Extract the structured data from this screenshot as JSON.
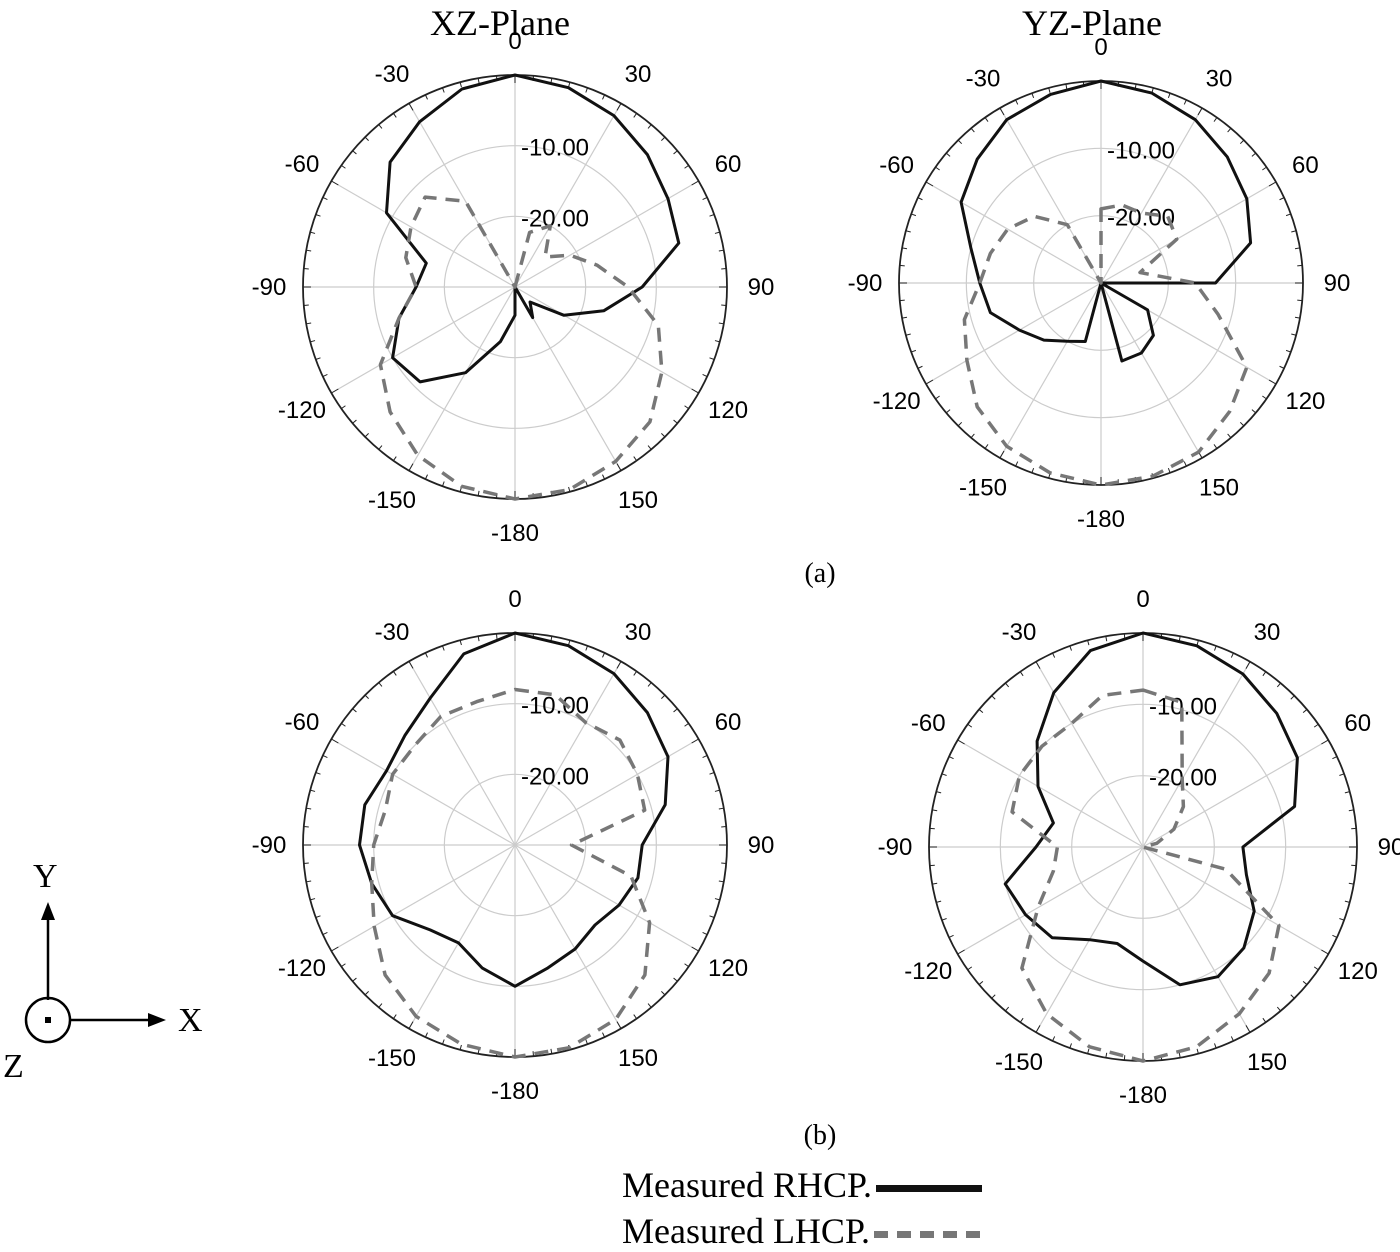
{
  "figure": {
    "column_titles": [
      "XZ-Plane",
      "YZ-Plane"
    ],
    "row_captions": [
      "(a)",
      "(b)"
    ]
  },
  "legend": {
    "rhcp": "Measured RHCP.",
    "lhcp": "Measured LHCP."
  },
  "axes_icon": {
    "y": "Y",
    "x": "X",
    "z": "Z"
  },
  "colors": {
    "rhcp": "#111111",
    "lhcp": "#777777",
    "grid": "#cccccc"
  },
  "chart_data": [
    {
      "type": "polar-line",
      "panel": "(a) XZ-Plane",
      "angle_ticks": [
        "0",
        "30",
        "60",
        "90",
        "120",
        "150",
        "-180",
        "-150",
        "-120",
        "-90",
        "-60",
        "-30"
      ],
      "radial_ticks": [
        "-10.00",
        "-20.00"
      ],
      "rlim": [
        -30,
        0
      ],
      "angles": [
        0,
        15,
        30,
        45,
        60,
        75,
        90,
        105,
        120,
        135,
        150,
        165,
        180,
        195,
        210,
        225,
        240,
        255,
        270,
        285,
        300,
        315,
        330,
        345
      ],
      "series": [
        {
          "name": "Measured RHCP.",
          "values": [
            0,
            -0.8,
            -2,
            -3.5,
            -5,
            -6,
            -12,
            -17,
            -22,
            -27,
            -25,
            -30,
            -26,
            -22,
            -16,
            -11,
            -10,
            -13,
            -16,
            -17,
            -9,
            -5,
            -3,
            -1
          ]
        },
        {
          "name": "Measured LHCP.",
          "values": [
            -30,
            -22,
            -20,
            -24,
            -21,
            -18,
            -14,
            -9,
            -6,
            -3,
            -1.5,
            -0.3,
            0,
            -0.8,
            -2.5,
            -5,
            -8,
            -13,
            -16,
            -14,
            -13,
            -12,
            -16,
            -30
          ]
        }
      ]
    },
    {
      "type": "polar-line",
      "panel": "(a) YZ-Plane",
      "angle_ticks": [
        "0",
        "30",
        "60",
        "90",
        "120",
        "150",
        "-180",
        "-150",
        "-120",
        "-90",
        "-60",
        "-30"
      ],
      "radial_ticks": [
        "-10.00",
        "-20.00"
      ],
      "rlim": [
        -30,
        0
      ],
      "angles": [
        0,
        15,
        30,
        45,
        60,
        75,
        90,
        105,
        120,
        135,
        150,
        165,
        180,
        195,
        210,
        225,
        240,
        255,
        270,
        285,
        300,
        315,
        330,
        345
      ],
      "series": [
        {
          "name": "Measured RHCP.",
          "values": [
            0,
            -0.8,
            -2,
            -3.5,
            -5,
            -7,
            -13,
            -30,
            -22,
            -19,
            -18,
            -18,
            -30,
            -21,
            -20,
            -18,
            -16,
            -13,
            -12,
            -10,
            -6,
            -4,
            -2,
            -1
          ]
        },
        {
          "name": "Measured LHCP.",
          "values": [
            -19,
            -18,
            -18,
            -16,
            -17,
            -24,
            -16,
            -12,
            -5,
            -3,
            -1,
            -0.3,
            0,
            -0.8,
            -2,
            -4,
            -7,
            -9,
            -12,
            -13,
            -14,
            -16,
            -20,
            -30
          ]
        }
      ]
    },
    {
      "type": "polar-line",
      "panel": "(b) XZ-Plane",
      "angle_ticks": [
        "0",
        "30",
        "60",
        "90",
        "120",
        "150",
        "-180",
        "-150",
        "-120",
        "-90",
        "-60",
        "-30"
      ],
      "radial_ticks": [
        "-10.00",
        "-20.00"
      ],
      "rlim": [
        -30,
        0
      ],
      "angles": [
        0,
        15,
        30,
        45,
        60,
        75,
        90,
        105,
        120,
        135,
        150,
        165,
        180,
        195,
        210,
        225,
        240,
        255,
        270,
        285,
        300,
        315,
        330,
        345
      ],
      "series": [
        {
          "name": "Measured RHCP.",
          "values": [
            0,
            -0.8,
            -2,
            -3.5,
            -5,
            -8,
            -12,
            -12,
            -13,
            -14,
            -13,
            -12,
            -10,
            -12,
            -14,
            -13,
            -10,
            -9,
            -8,
            -8,
            -9,
            -8,
            -6,
            -2
          ]
        },
        {
          "name": "Measured LHCP.",
          "values": [
            -8,
            -8,
            -10,
            -9,
            -10,
            -11,
            -22,
            -13,
            -8,
            -4,
            -1.5,
            -0.3,
            0,
            -0.8,
            -2,
            -4,
            -7,
            -9,
            -10,
            -11,
            -10,
            -10,
            -9,
            -9
          ]
        }
      ]
    },
    {
      "type": "polar-line",
      "panel": "(b) YZ-Plane",
      "angle_ticks": [
        "0",
        "30",
        "60",
        "90",
        "120",
        "150",
        "-180",
        "-150",
        "-120",
        "-90",
        "-60",
        "-30"
      ],
      "radial_ticks": [
        "-10.00",
        "-20.00"
      ],
      "rlim": [
        -30,
        0
      ],
      "angles": [
        0,
        15,
        30,
        45,
        60,
        75,
        90,
        105,
        120,
        135,
        150,
        165,
        180,
        195,
        210,
        225,
        240,
        255,
        270,
        285,
        300,
        315,
        330,
        345
      ],
      "series": [
        {
          "name": "Measured RHCP.",
          "values": [
            0,
            -0.8,
            -2,
            -3.5,
            -5,
            -8,
            -16,
            -15,
            -12,
            -10,
            -9,
            -10,
            -14,
            -16,
            -15,
            -12,
            -11,
            -10,
            -15,
            -17,
            -13,
            -9,
            -5,
            -1.5
          ]
        },
        {
          "name": "Measured LHCP.",
          "values": [
            -8,
            -9,
            -19,
            -22,
            -25,
            -28,
            -30,
            -18,
            -8,
            -5,
            -3,
            -1,
            0,
            -1,
            -3,
            -6,
            -13,
            -17,
            -18,
            -11,
            -10,
            -10,
            -10,
            -8
          ]
        }
      ]
    }
  ]
}
